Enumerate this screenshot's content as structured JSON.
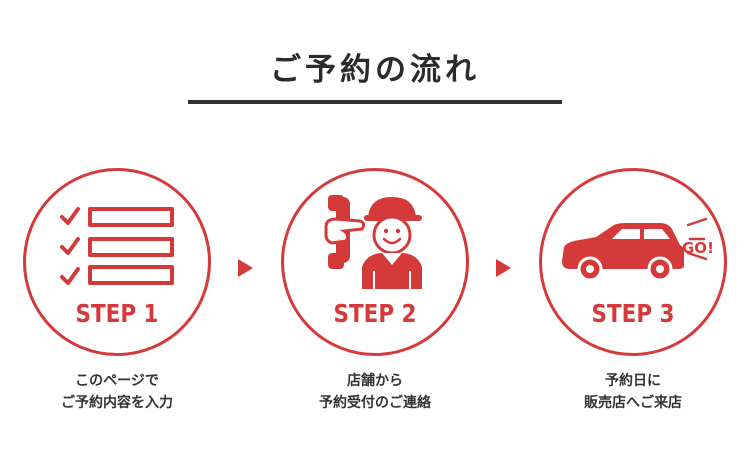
{
  "title": "ご予約の流れ",
  "steps": [
    {
      "label": "STEP 1",
      "desc_line1": "このページで",
      "desc_line2": "ご予約内容を入力"
    },
    {
      "label": "STEP 2",
      "desc_line1": "店舗から",
      "desc_line2": "予約受付のご連絡"
    },
    {
      "label": "STEP 3",
      "desc_line1": "予約日に",
      "desc_line2": "販売店へご来店"
    }
  ],
  "go_text": "GO!",
  "colors": {
    "accent": "#d53a3a",
    "text": "#333333"
  }
}
